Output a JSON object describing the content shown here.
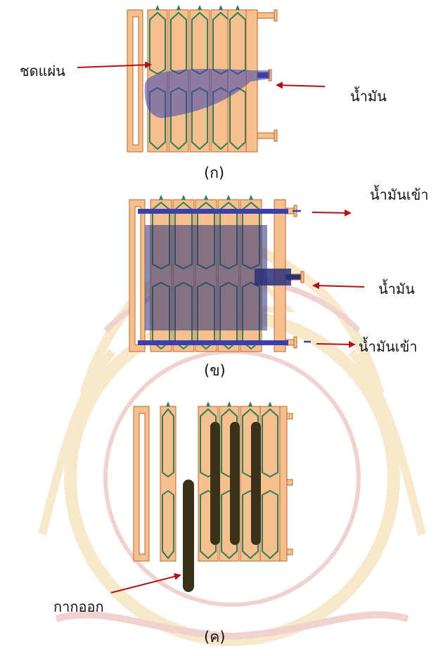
{
  "colors": {
    "plate_fill": "#f6c08e",
    "plate_stroke": "#b86a2a",
    "channel_stroke": "#2e7d5b",
    "oil_blue": "#3b3fae",
    "oil_dark": "#2a2f7a",
    "cake_dark": "#3a3218",
    "arrow_red": "#b21111",
    "text": "#111111",
    "watermark_gold": "#e0a020",
    "watermark_red": "#c0392b"
  },
  "diagram_a": {
    "caption": "(ก)",
    "label_plate": "ชดแผ่น",
    "label_oil": "น้ำมัน"
  },
  "diagram_b": {
    "caption": "(ข)",
    "label_oil_in_top": "น้ำมันเข้า",
    "label_oil": "น้ำมัน",
    "label_oil_in_bottom": "น้ำมันเข้า"
  },
  "diagram_c": {
    "caption": "(ค)",
    "label_cake_out": "กากออก"
  }
}
